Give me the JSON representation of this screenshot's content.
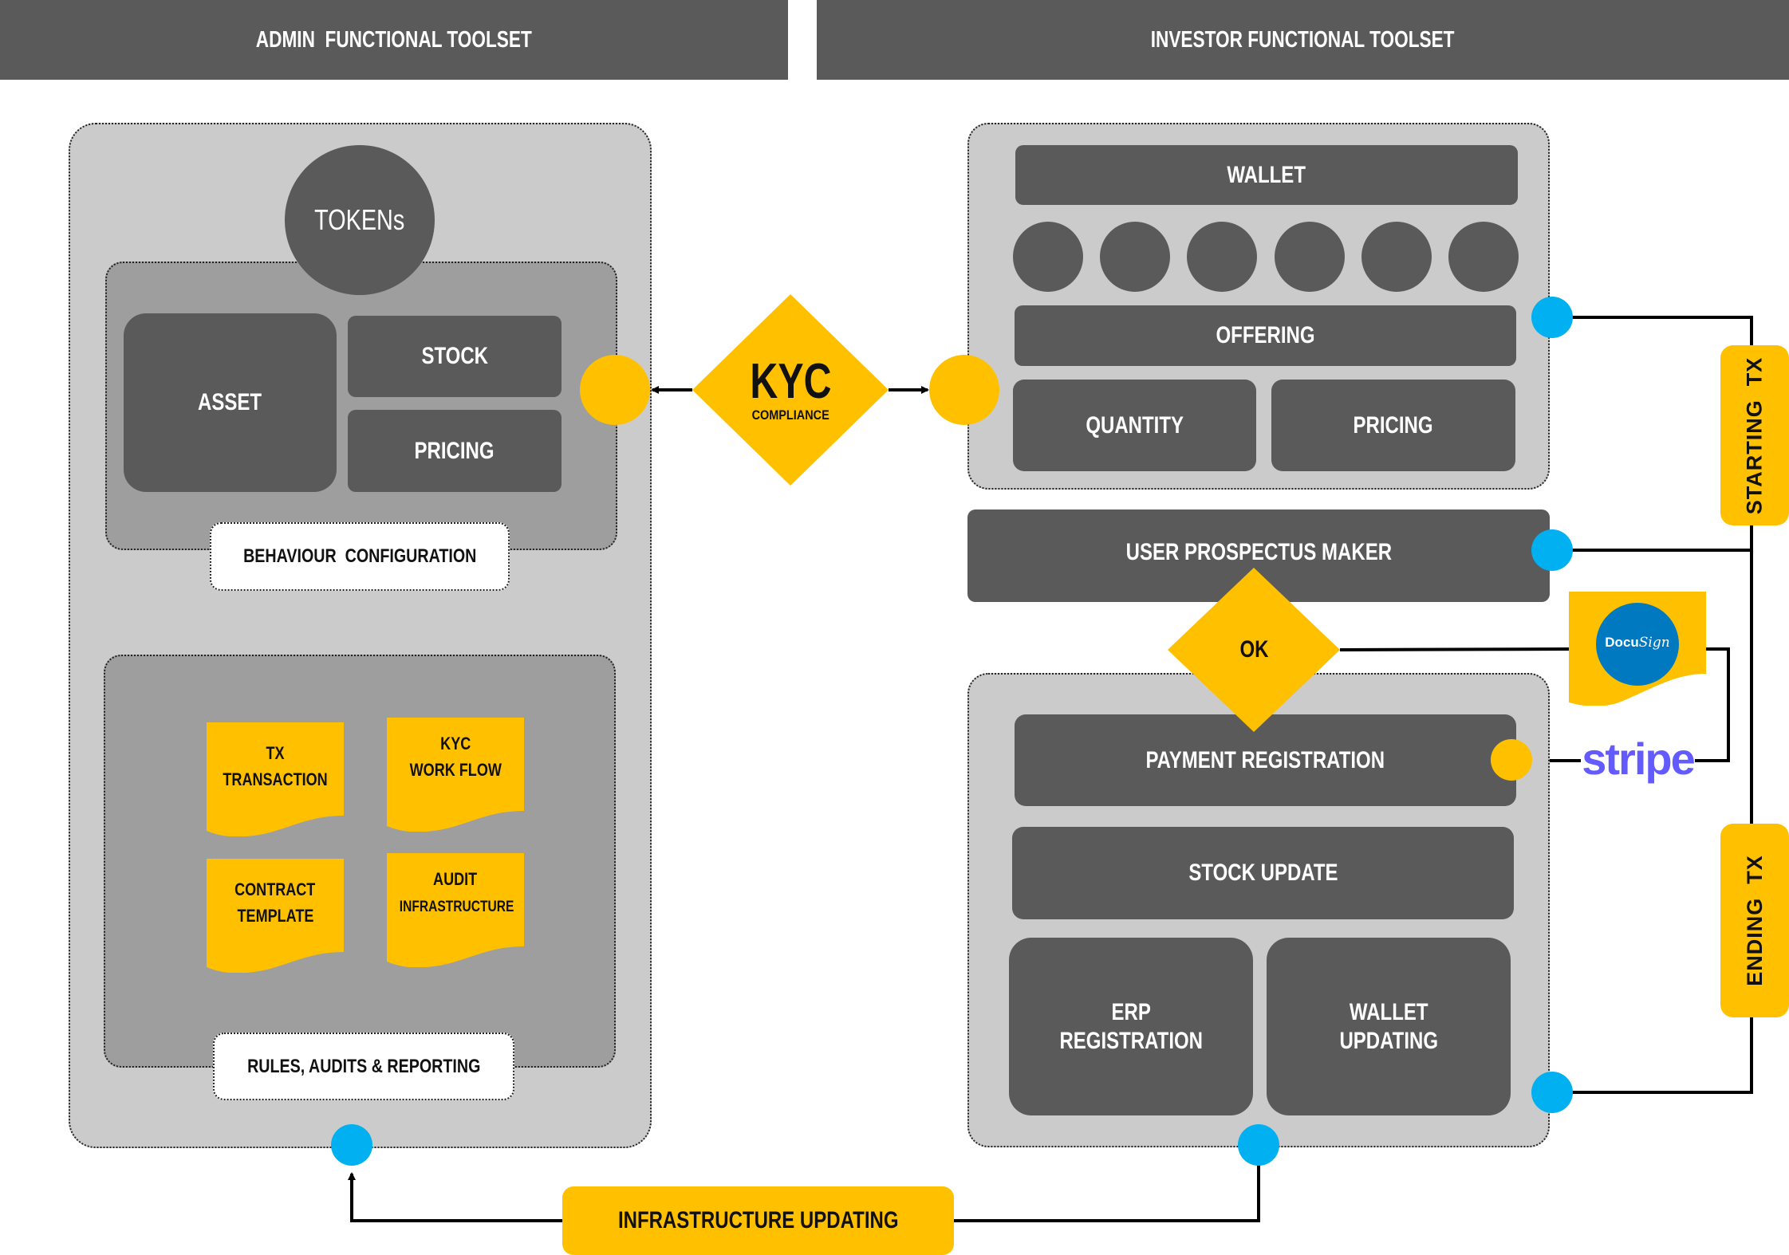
{
  "headers": {
    "admin": "ADMIN  FUNCTIONAL TOOLSET",
    "investor": "INVESTOR FUNCTIONAL TOOLSET"
  },
  "admin": {
    "tokens": "TOKENs",
    "asset": "ASSET",
    "stock": "STOCK",
    "pricing": "PRICING",
    "behaviour_configuration": "BEHAVIOUR  CONFIGURATION",
    "notes": [
      {
        "line1": "TX",
        "line2": "TRANSACTION"
      },
      {
        "line1": "KYC",
        "line2": "WORK FLOW"
      },
      {
        "line1": "CONTRACT",
        "line2": "TEMPLATE"
      },
      {
        "line1": "AUDIT",
        "line2": "INFRASTRUCTURE"
      }
    ],
    "rules_audits_reporting": "RULES, AUDITS & REPORTING"
  },
  "kyc": {
    "title": "KYC",
    "subtitle": "COMPLIANCE"
  },
  "investor": {
    "wallet": "WALLET",
    "wallet_token_count": 6,
    "offering": "OFFERING",
    "quantity": "QUANTITY",
    "pricing": "PRICING",
    "user_prospectus_maker": "USER PROSPECTUS MAKER",
    "ok": "OK",
    "payment_registration": "PAYMENT REGISTRATION",
    "stock_update": "STOCK UPDATE",
    "erp_registration": "ERP\nREGISTRATION",
    "wallet_updating": "WALLET\nUPDATING"
  },
  "integrations": {
    "docusign": {
      "label_a": "Docu",
      "label_b": "Sign",
      "color": "#0079c1"
    },
    "stripe": {
      "label": "stripe",
      "color": "#635bff"
    }
  },
  "flow": {
    "starting_tx": "STARTING  TX",
    "ending_tx": "ENDING  TX",
    "infrastructure_updating": "INFRASTRUCTURE UPDATING"
  },
  "colors": {
    "header": "#5a5a5a",
    "panel": "#cbcbcb",
    "inner": "#9e9e9e",
    "box": "#5a5a5a",
    "accent_yellow": "#ffc000",
    "connector_blue": "#00b0f0"
  }
}
